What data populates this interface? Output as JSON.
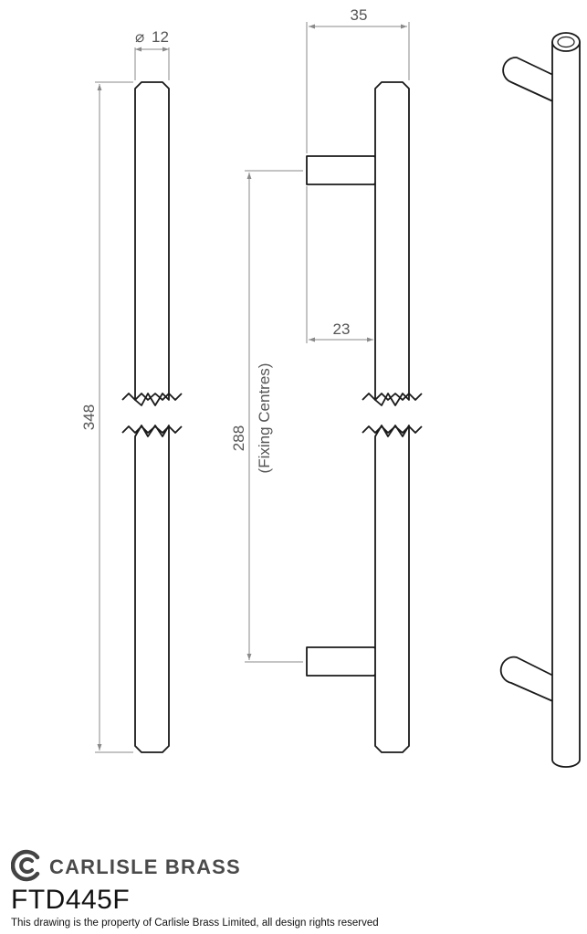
{
  "dimensions": {
    "diameter_symbol": "⌀",
    "diameter": "12",
    "overall_length": "348",
    "projection": "35",
    "standoff": "23",
    "fixing_centres": "288",
    "fixing_centres_note": "(Fixing Centres)"
  },
  "brand": {
    "name": "CARLISLE BRASS",
    "logo_icon": "carlisle-brass-logo-icon",
    "logo_color": "#444444"
  },
  "product_code": "FTD445F",
  "disclaimer": "This drawing is the property of Carlisle Brass Limited, all design rights reserved"
}
